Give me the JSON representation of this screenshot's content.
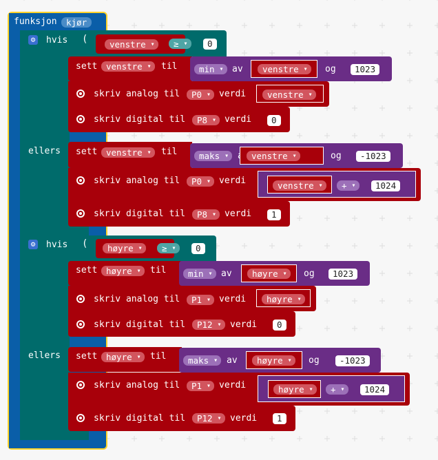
{
  "function": {
    "keyword": "funksjon",
    "name": "kjør"
  },
  "blocks": {
    "if1": {
      "if_label": "hvis",
      "cond_var": "venstre",
      "cond_op": "≥",
      "cond_value": "0",
      "set1": {
        "set_label": "sett",
        "var": "venstre",
        "to_label": "til",
        "fn": "min",
        "of_label": "av",
        "arg_var": "venstre",
        "and_label": "og",
        "arg_num": "1023"
      },
      "analog1": {
        "label": "skriv analog til",
        "pin": "P0",
        "value_label": "verdi",
        "var": "venstre"
      },
      "digital1": {
        "label": "skriv digital til",
        "pin": "P8",
        "value_label": "verdi",
        "value": "0"
      },
      "else_label": "ellers",
      "set2": {
        "set_label": "sett",
        "var": "venstre",
        "to_label": "til",
        "fn": "maks",
        "of_label": "av",
        "arg_var": "venstre",
        "and_label": "og",
        "arg_num": "-1023"
      },
      "analog2": {
        "label": "skriv analog til",
        "pin": "P0",
        "value_label": "verdi",
        "var": "venstre",
        "op": "+",
        "num": "1024"
      },
      "digital2": {
        "label": "skriv digital til",
        "pin": "P8",
        "value_label": "verdi",
        "value": "1"
      }
    },
    "if2": {
      "if_label": "hvis",
      "cond_var": "høyre",
      "cond_op": "≥",
      "cond_value": "0",
      "set1": {
        "set_label": "sett",
        "var": "høyre",
        "to_label": "til",
        "fn": "min",
        "of_label": "av",
        "arg_var": "høyre",
        "and_label": "og",
        "arg_num": "1023"
      },
      "analog1": {
        "label": "skriv analog til",
        "pin": "P1",
        "value_label": "verdi",
        "var": "høyre"
      },
      "digital1": {
        "label": "skriv digital til",
        "pin": "P12",
        "value_label": "verdi",
        "value": "0"
      },
      "else_label": "ellers",
      "set2": {
        "set_label": "sett",
        "var": "høyre",
        "to_label": "til",
        "fn": "maks",
        "of_label": "av",
        "arg_var": "høyre",
        "and_label": "og",
        "arg_num": "-1023"
      },
      "analog2": {
        "label": "skriv analog til",
        "pin": "P1",
        "value_label": "verdi",
        "var": "høyre",
        "op": "+",
        "num": "1024"
      },
      "digital2": {
        "label": "skriv digital til",
        "pin": "P12",
        "value_label": "verdi",
        "value": "1"
      }
    }
  },
  "colors": {
    "function": "#0a5ea8",
    "logic": "#006b6b",
    "variables": "#a8000a",
    "math": "#6a2d86",
    "selection": "#ffd42a",
    "workspace": "#f7f7f7"
  }
}
